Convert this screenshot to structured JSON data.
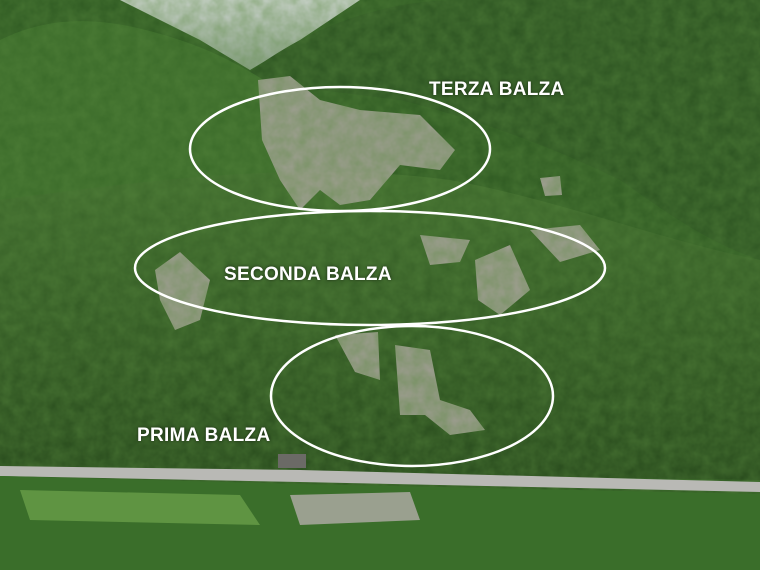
{
  "labels": {
    "terza": "TERZA BALZA",
    "seconda": "SECONDA BALZA",
    "prima": "PRIMA BALZA"
  },
  "colors": {
    "forest_dark": "#23461a",
    "forest_light": "#4f7f34",
    "rock": "#a7a399",
    "annotation": "#ffffff",
    "road": "#b9b9b5"
  }
}
